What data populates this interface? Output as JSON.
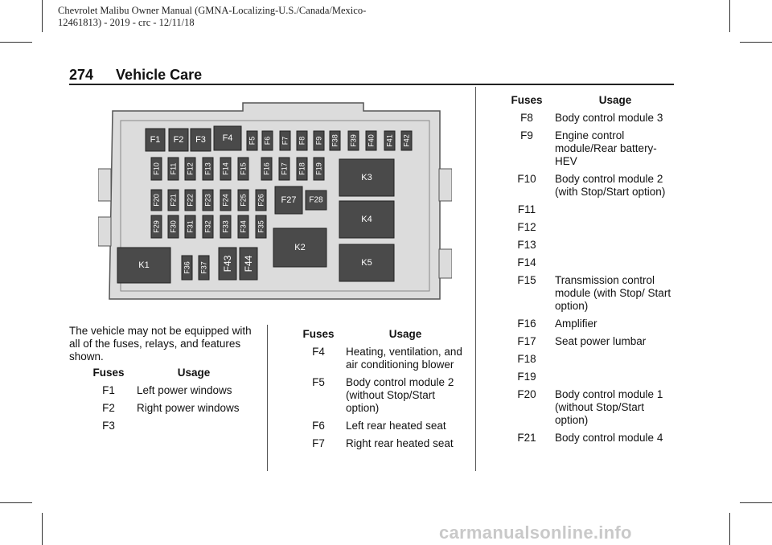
{
  "header": {
    "line1": "Chevrolet  Malibu  Owner  Manual  (GMNA-Localizing-U.S./Canada/Mexico-",
    "line2": "12461813) - 2019 - crc - 12/11/18"
  },
  "page": {
    "number": "274",
    "section": "Vehicle Care"
  },
  "diagram": {
    "fuses": [
      "F1",
      "F2",
      "F3",
      "F4",
      "F5",
      "F6",
      "F7",
      "F8",
      "F9",
      "F38",
      "F39",
      "F40",
      "F41",
      "F42",
      "F10",
      "F11",
      "F12",
      "F13",
      "F14",
      "F15",
      "F16",
      "F17",
      "F18",
      "F19",
      "F20",
      "F21",
      "F22",
      "F23",
      "F24",
      "F25",
      "F26",
      "F27",
      "F28",
      "F29",
      "F30",
      "F31",
      "F32",
      "F33",
      "F34",
      "F35",
      "F36",
      "F37",
      "F43",
      "F44"
    ],
    "relays": [
      "K1",
      "K2",
      "K3",
      "K4",
      "K5"
    ]
  },
  "intro": "The vehicle may not be equipped with all of the fuses, relays, and features shown.",
  "table_header": {
    "fuses": "Fuses",
    "usage": "Usage"
  },
  "col1": [
    {
      "fuse": "F1",
      "usage": "Left power windows"
    },
    {
      "fuse": "F2",
      "usage": "Right power windows"
    },
    {
      "fuse": "F3",
      "usage": ""
    }
  ],
  "col2": [
    {
      "fuse": "F4",
      "usage": "Heating, ventilation, and air conditioning blower"
    },
    {
      "fuse": "F5",
      "usage": "Body control module 2 (without Stop/Start option)"
    },
    {
      "fuse": "F6",
      "usage": "Left rear heated seat"
    },
    {
      "fuse": "F7",
      "usage": "Right rear heated seat"
    }
  ],
  "col3": [
    {
      "fuse": "F8",
      "usage": "Body control module 3"
    },
    {
      "fuse": "F9",
      "usage": "Engine control module/Rear battery-HEV"
    },
    {
      "fuse": "F10",
      "usage": "Body control module 2 (with Stop/Start option)"
    },
    {
      "fuse": "F11",
      "usage": ""
    },
    {
      "fuse": "F12",
      "usage": ""
    },
    {
      "fuse": "F13",
      "usage": ""
    },
    {
      "fuse": "F14",
      "usage": ""
    },
    {
      "fuse": "F15",
      "usage": "Transmission control module (with Stop/ Start option)"
    },
    {
      "fuse": "F16",
      "usage": "Amplifier"
    },
    {
      "fuse": "F17",
      "usage": "Seat power lumbar"
    },
    {
      "fuse": "F18",
      "usage": ""
    },
    {
      "fuse": "F19",
      "usage": ""
    },
    {
      "fuse": "F20",
      "usage": "Body control module 1 (without Stop/Start option)"
    },
    {
      "fuse": "F21",
      "usage": "Body control module 4"
    }
  ],
  "watermark": "carmanualsonline.info"
}
